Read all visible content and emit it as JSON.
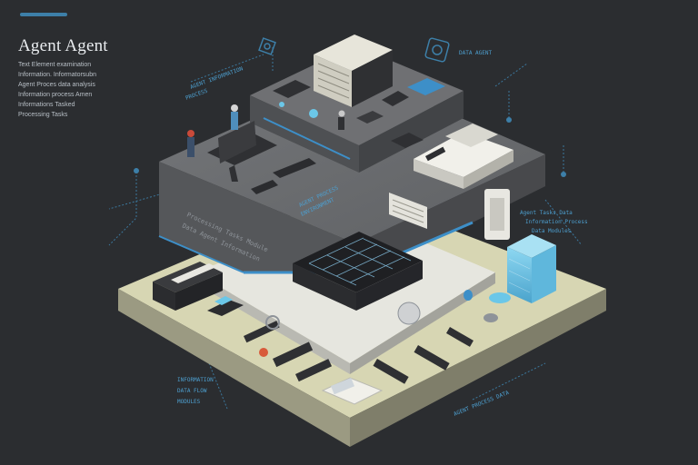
{
  "header": {
    "title": "Agent Agent",
    "description_lines": [
      "Text Element examination",
      "Information. Informatorsubn",
      "Agent Proces data analysis",
      "Information process Amen",
      "Informations Tasked",
      "Processing Tasks"
    ]
  },
  "labels": {
    "left_panel": [
      "Processing Tasks Module",
      "Data Agent Information"
    ],
    "base_front": [
      "AGENT PROCESS",
      "ENVIRONMENT"
    ],
    "bottom_left": [
      "INFORMATION",
      "DATA FLOW",
      "MODULES"
    ],
    "bottom_right": [
      "AGENT PROCESS DATA"
    ],
    "right_panel": [
      "Agent Tasks Data",
      "Information Process",
      "Data Modules"
    ],
    "upper_right": [
      "DATA AGENT"
    ],
    "upper_left": [
      "AGENT INFORMATION",
      "PROCESS"
    ]
  },
  "colors": {
    "background": "#2b2d30",
    "accent": "#3d7fa8",
    "glow": "#6bc7e8",
    "base_top": "#d7d6b3",
    "platform_top": "#e6e6df",
    "block_top": "#6d6e70",
    "block_side": "#55575a"
  },
  "icons": [
    "gear-icon",
    "cloud-icon",
    "node-icon"
  ]
}
